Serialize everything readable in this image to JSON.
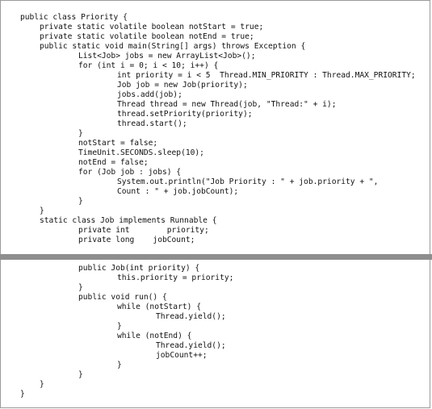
{
  "top_listing": [
    {
      "indent": 0,
      "text": "public class Priority {"
    },
    {
      "indent": 1,
      "text": "private static volatile boolean notStart = true;"
    },
    {
      "indent": 1,
      "text": "private static volatile boolean notEnd = true;"
    },
    {
      "indent": 1,
      "text": "public static void main(String[] args) throws Exception {"
    },
    {
      "indent": 2,
      "text": "List<Job> jobs = new ArrayList<Job>();"
    },
    {
      "indent": 2,
      "text": "for (int i = 0; i < 10; i++) {"
    },
    {
      "indent": 3,
      "text": "int priority = i < 5  Thread.MIN_PRIORITY : Thread.MAX_PRIORITY;"
    },
    {
      "indent": 3,
      "text": "Job job = new Job(priority);"
    },
    {
      "indent": 3,
      "text": "jobs.add(job);"
    },
    {
      "indent": 3,
      "text": "Thread thread = new Thread(job, \"Thread:\" + i);"
    },
    {
      "indent": 3,
      "text": "thread.setPriority(priority);"
    },
    {
      "indent": 3,
      "text": "thread.start();"
    },
    {
      "indent": 2,
      "text": "}"
    },
    {
      "indent": 2,
      "text": "notStart = false;"
    },
    {
      "indent": 2,
      "text": "TimeUnit.SECONDS.sleep(10);"
    },
    {
      "indent": 2,
      "text": "notEnd = false;"
    },
    {
      "indent": 2,
      "text": "for (Job job : jobs) {"
    },
    {
      "indent": 3,
      "text": "System.out.println(\"Job Priority : \" + job.priority + \","
    },
    {
      "indent": 3,
      "text": "Count : \" + job.jobCount);"
    },
    {
      "indent": 2,
      "text": "}"
    },
    {
      "indent": 1,
      "text": "}"
    },
    {
      "indent": 1,
      "text": "static class Job implements Runnable {"
    },
    {
      "indent": 2,
      "text": "private int        priority;"
    },
    {
      "indent": 2,
      "text": "private long    jobCount;"
    }
  ],
  "bottom_listing": [
    {
      "indent": 2,
      "text": "public Job(int priority) {"
    },
    {
      "indent": 3,
      "text": "this.priority = priority;"
    },
    {
      "indent": 2,
      "text": "}"
    },
    {
      "indent": 2,
      "text": "public void run() {"
    },
    {
      "indent": 3,
      "text": "while (notStart) {"
    },
    {
      "indent": 4,
      "text": "Thread.yield();"
    },
    {
      "indent": 3,
      "text": "}"
    },
    {
      "indent": 3,
      "text": "while (notEnd) {"
    },
    {
      "indent": 4,
      "text": "Thread.yield();"
    },
    {
      "indent": 4,
      "text": "jobCount++;"
    },
    {
      "indent": 3,
      "text": "}"
    },
    {
      "indent": 2,
      "text": "}"
    },
    {
      "indent": 1,
      "text": "}"
    },
    {
      "indent": 0,
      "text": "}"
    }
  ]
}
